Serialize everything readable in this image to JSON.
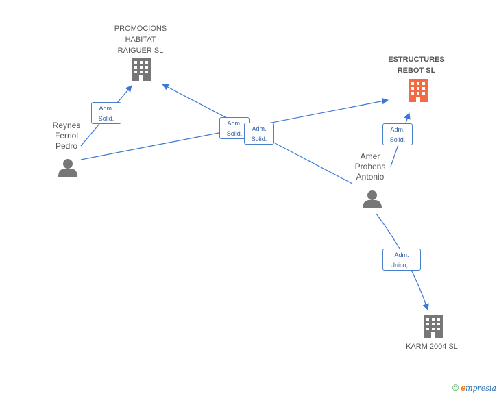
{
  "nodes": {
    "promocions": {
      "lines": [
        "PROMOCIONS",
        "HABITAT",
        "RAIGUER SL"
      ],
      "type": "company",
      "color": "#777777"
    },
    "estructures": {
      "lines": [
        "ESTRUCTURES",
        "REBOT SL"
      ],
      "type": "company",
      "color": "#f26b43"
    },
    "karm": {
      "lines": [
        "KARM 2004 SL"
      ],
      "type": "company",
      "color": "#777777"
    },
    "reynes": {
      "lines": [
        "Reynes",
        "Ferriol",
        "Pedro"
      ],
      "type": "person",
      "color": "#777777"
    },
    "amer": {
      "lines": [
        "Amer",
        "Prohens",
        "Antonio"
      ],
      "type": "person",
      "color": "#777777"
    }
  },
  "edges": [
    {
      "from": "reynes",
      "to": "promocions",
      "label": [
        "Adm.",
        "Solid."
      ]
    },
    {
      "from": "reynes",
      "to": "estructures",
      "label": [
        "Adm.",
        "Solid."
      ]
    },
    {
      "from": "amer",
      "to": "promocions",
      "label": [
        "Adm.",
        "Solid."
      ]
    },
    {
      "from": "amer",
      "to": "estructures",
      "label": [
        "Adm.",
        "Solid."
      ]
    },
    {
      "from": "amer",
      "to": "karm",
      "label": [
        "Adm.",
        "Unico,..."
      ]
    }
  ],
  "colors": {
    "edge": "#3a78d4",
    "badge_border": "#4a7fc9",
    "badge_text": "#2d5fa6"
  },
  "footer": {
    "copyright_symbol": "©",
    "brand_first": "e",
    "brand_rest": "mpresia"
  }
}
